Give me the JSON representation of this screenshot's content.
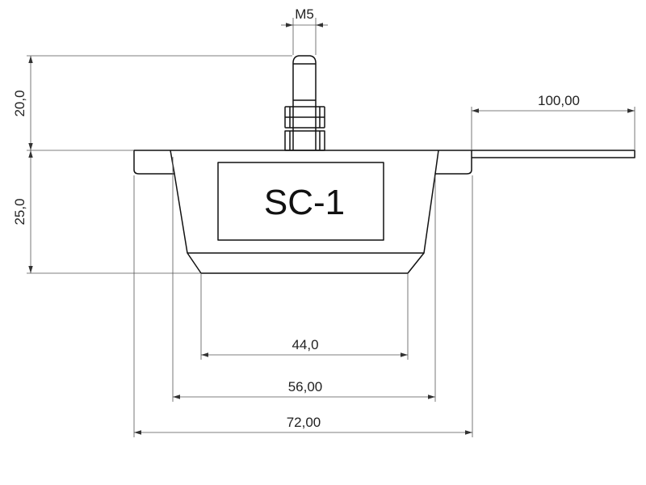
{
  "label": "SC-1",
  "dimensions": {
    "thread": "M5",
    "stud_height": "20,0",
    "body_height": "25,0",
    "cable_length": "100,00",
    "bottom_width": "44,0",
    "body_width": "56,00",
    "overall_width": "72,00"
  }
}
